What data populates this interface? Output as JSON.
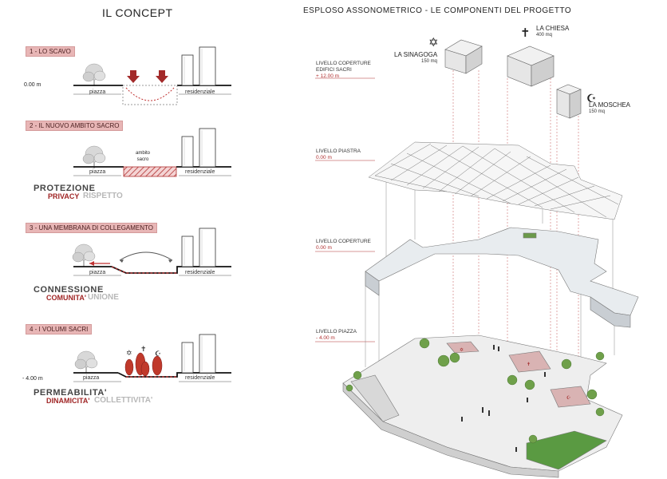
{
  "concept": {
    "title": "IL CONCEPT",
    "steps": [
      {
        "label": "1 - LO SCAVO",
        "left_label": "piazza",
        "right_label": "residenziale",
        "level": "0.00 m"
      },
      {
        "label": "2 - IL NUOVO AMBITO SACRO",
        "left_label": "piazza",
        "right_label": "residenziale",
        "center_label": "ambito\nsacro",
        "keywords": {
          "main": "PROTEZIONE",
          "sub_red": "PRIVACY",
          "sub_gray": "RISPETTO"
        }
      },
      {
        "label": "3 - UNA MEMBRANA DI COLLEGAMENTO",
        "left_label": "piazza",
        "right_label": "residenziale",
        "keywords": {
          "main": "CONNESSIONE",
          "sub_red": "COMUNITA'",
          "sub_gray": "UNIONE"
        }
      },
      {
        "label": "4 - I VOLUMI SACRI",
        "left_label": "piazza",
        "right_label": "residenziale",
        "level": "- 4.00 m",
        "keywords": {
          "main": "PERMEABILITA'",
          "sub_red": "DINAMICITA'",
          "sub_gray": "COLLETTIVITA'"
        }
      }
    ]
  },
  "exploded": {
    "title": "ESPLOSO ASSONOMETRICO  -  LE COMPONENTI DEL PROGETTO",
    "buildings": [
      {
        "name": "LA SINAGOGA",
        "area": "150 mq",
        "icon": "star-of-david-icon"
      },
      {
        "name": "LA CHIESA",
        "area": "400 mq",
        "icon": "cross-icon"
      },
      {
        "name": "LA MOSCHEA",
        "area": "150 mq",
        "icon": "crescent-icon"
      }
    ],
    "levels": [
      {
        "name": "LIVELLO COPERTURE\nEDIFICI SACRI",
        "value": "+ 12.00 m"
      },
      {
        "name": "LIVELLO PIASTRA",
        "value": "0.00 m"
      },
      {
        "name": "LIVELLO COPERTURE",
        "value": "0.00 m"
      },
      {
        "name": "LIVELLO PIAZZA",
        "value": "- 4.00 m"
      }
    ]
  },
  "colors": {
    "accent": "#a32a2a",
    "tag_bg": "#e8b6b6",
    "grass": "#4f8a3c"
  }
}
